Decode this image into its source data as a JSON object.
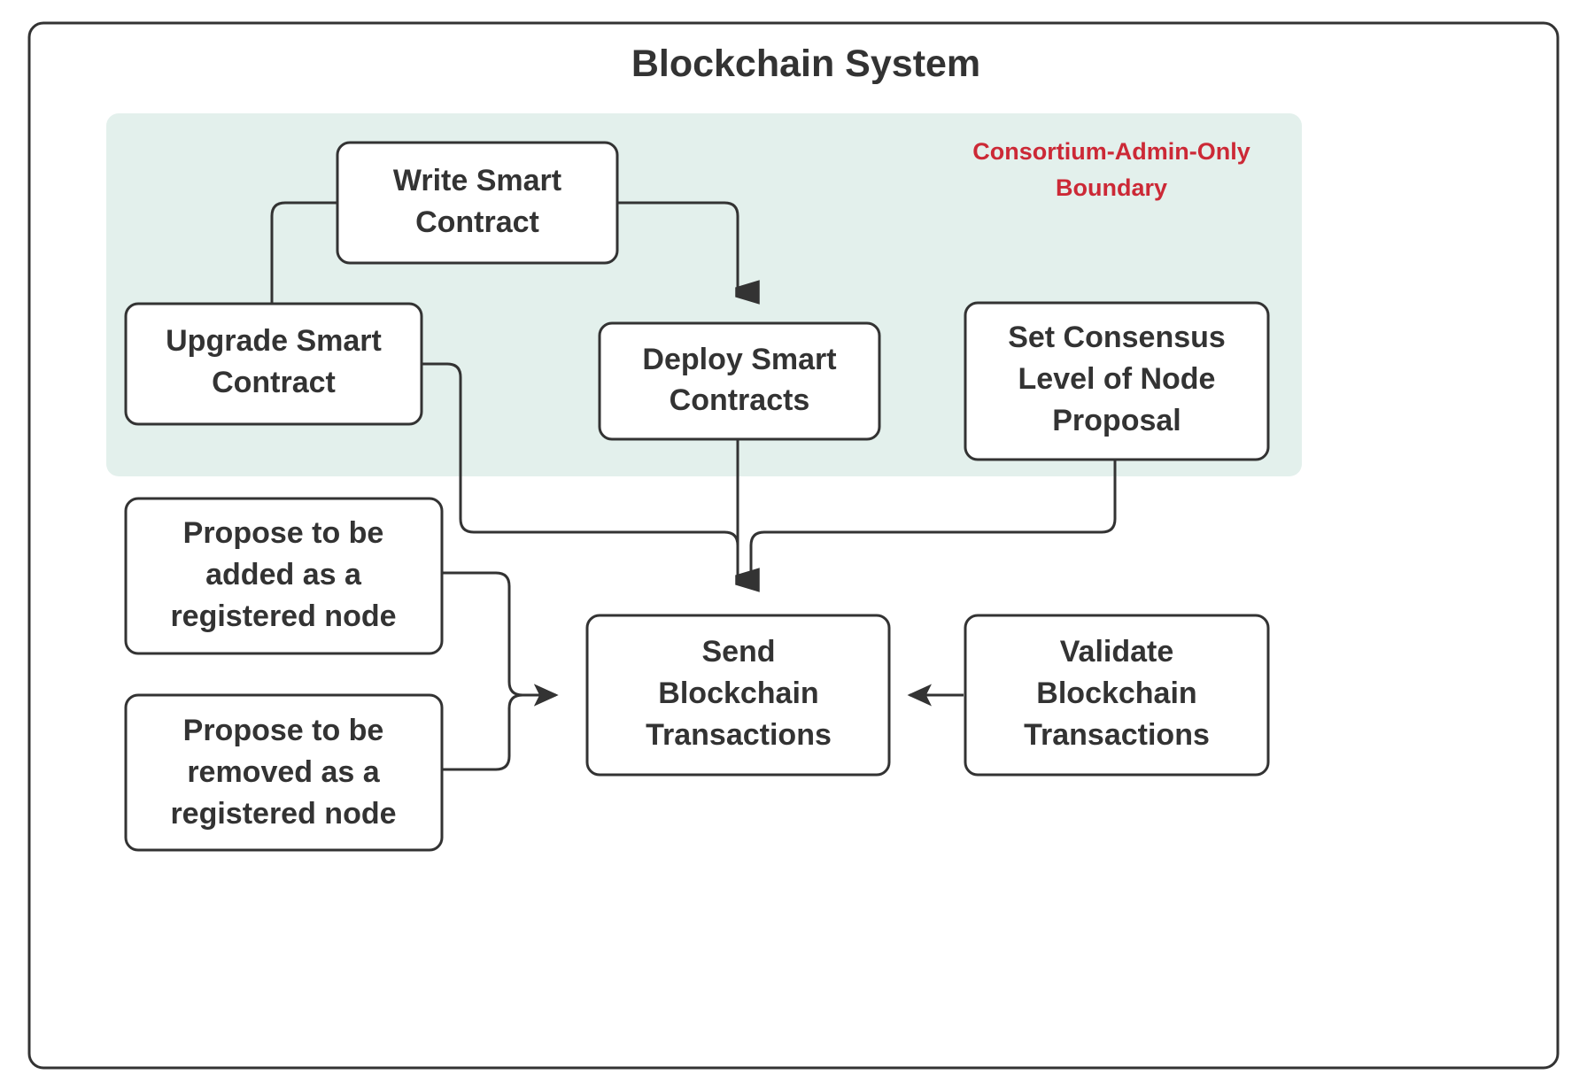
{
  "diagram": {
    "type": "flowchart",
    "title": "Blockchain System",
    "background_color": "#ffffff",
    "container": {
      "label": "Blockchain System",
      "border_color": "#333333",
      "fill": "#ffffff"
    },
    "boundary": {
      "label_line1": "Consortium-Admin-Only",
      "label_line2": "Boundary",
      "label_color": "#cc2936",
      "fill": "#e3f0ec"
    },
    "node_style": {
      "fill": "#ffffff",
      "stroke": "#333333",
      "text_color": "#333333"
    },
    "edge_color": "#333333",
    "nodes": [
      {
        "id": "write",
        "line1": "Write Smart",
        "line2": "Contract",
        "line3": ""
      },
      {
        "id": "upgrade",
        "line1": "Upgrade Smart",
        "line2": "Contract",
        "line3": ""
      },
      {
        "id": "deploy",
        "line1": "Deploy Smart",
        "line2": "Contracts",
        "line3": ""
      },
      {
        "id": "consensus",
        "line1": "Set Consensus",
        "line2": "Level of Node",
        "line3": "Proposal"
      },
      {
        "id": "propose_add",
        "line1": "Propose to be",
        "line2": "added as a",
        "line3": "registered node"
      },
      {
        "id": "propose_remove",
        "line1": "Propose to be",
        "line2": "removed as a",
        "line3": "registered node"
      },
      {
        "id": "send",
        "line1": "Send",
        "line2": "Blockchain",
        "line3": "Transactions"
      },
      {
        "id": "validate",
        "line1": "Validate",
        "line2": "Blockchain",
        "line3": "Transactions"
      }
    ],
    "edges": [
      {
        "from": "write",
        "to": "upgrade",
        "arrow": false
      },
      {
        "from": "write",
        "to": "deploy",
        "arrow": true
      },
      {
        "from": "upgrade",
        "to": "send",
        "arrow": true
      },
      {
        "from": "deploy",
        "to": "send",
        "arrow": true
      },
      {
        "from": "consensus",
        "to": "send",
        "arrow": true
      },
      {
        "from": "propose_add",
        "to": "send",
        "arrow": true
      },
      {
        "from": "propose_remove",
        "to": "send",
        "arrow": true
      },
      {
        "from": "validate",
        "to": "send",
        "arrow": true
      }
    ]
  }
}
